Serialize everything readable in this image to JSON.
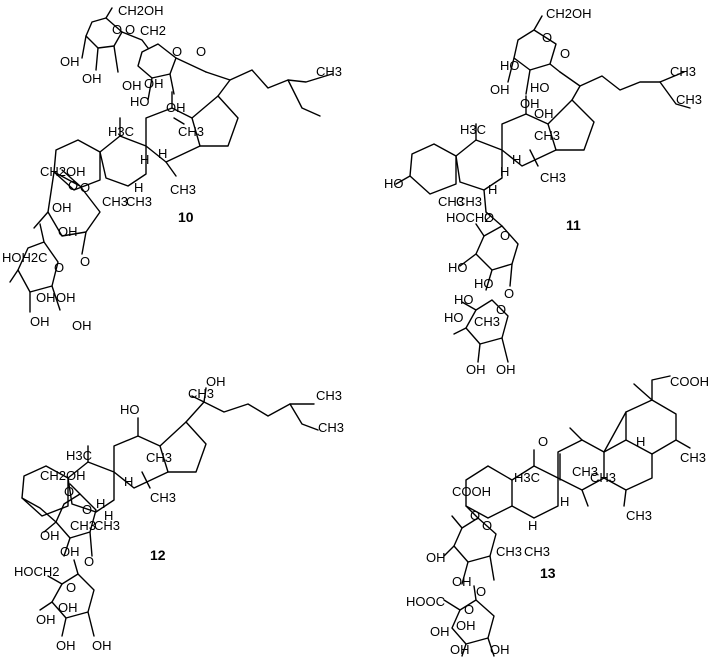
{
  "compounds": [
    {
      "number": "10",
      "labels": [
        "CH2OH",
        "O",
        "O",
        "CH2",
        "O",
        "O",
        "OH",
        "OH",
        "OH",
        "OH",
        "HO",
        "OH",
        "H3C",
        "H",
        "CH3",
        "CH3",
        "H",
        "H",
        "CH3",
        "O",
        "CH2OH",
        "O",
        "OH",
        "OH",
        "CH3",
        "CH3",
        "O",
        "HOH2C",
        "O",
        "OH",
        "OH",
        "OH",
        "OH"
      ]
    },
    {
      "number": "11",
      "labels": [
        "CH2OH",
        "O",
        "O",
        "OH",
        "OH",
        "HO",
        "HO",
        "OH",
        "CH3",
        "H3C",
        "H",
        "CH3",
        "CH3",
        "H",
        "CH3",
        "HO",
        "CH3",
        "CH3",
        "H",
        "O",
        "HOCH2",
        "O",
        "HO",
        "HO",
        "O",
        "HO",
        "O",
        "HO",
        "CH3",
        "OH",
        "OH"
      ]
    },
    {
      "number": "12",
      "labels": [
        "OH",
        "HO",
        "CH3",
        "CH3",
        "H3C",
        "H",
        "CH3",
        "CH3",
        "H",
        "CH3",
        "CH2OH",
        "O",
        "O",
        "OH",
        "OH",
        "CH3",
        "CH3",
        "H",
        "O",
        "HOCH2",
        "O",
        "OH",
        "OH",
        "OH",
        "OH"
      ]
    },
    {
      "number": "13",
      "labels": [
        "COOH",
        "O",
        "H",
        "CH3",
        "H3C",
        "CH3",
        "CH3",
        "H",
        "CH3",
        "COOH",
        "O",
        "O",
        "OH",
        "OH",
        "CH3",
        "CH3",
        "H",
        "O",
        "HOOC",
        "O",
        "OH",
        "OH",
        "OH",
        "OH"
      ]
    }
  ]
}
